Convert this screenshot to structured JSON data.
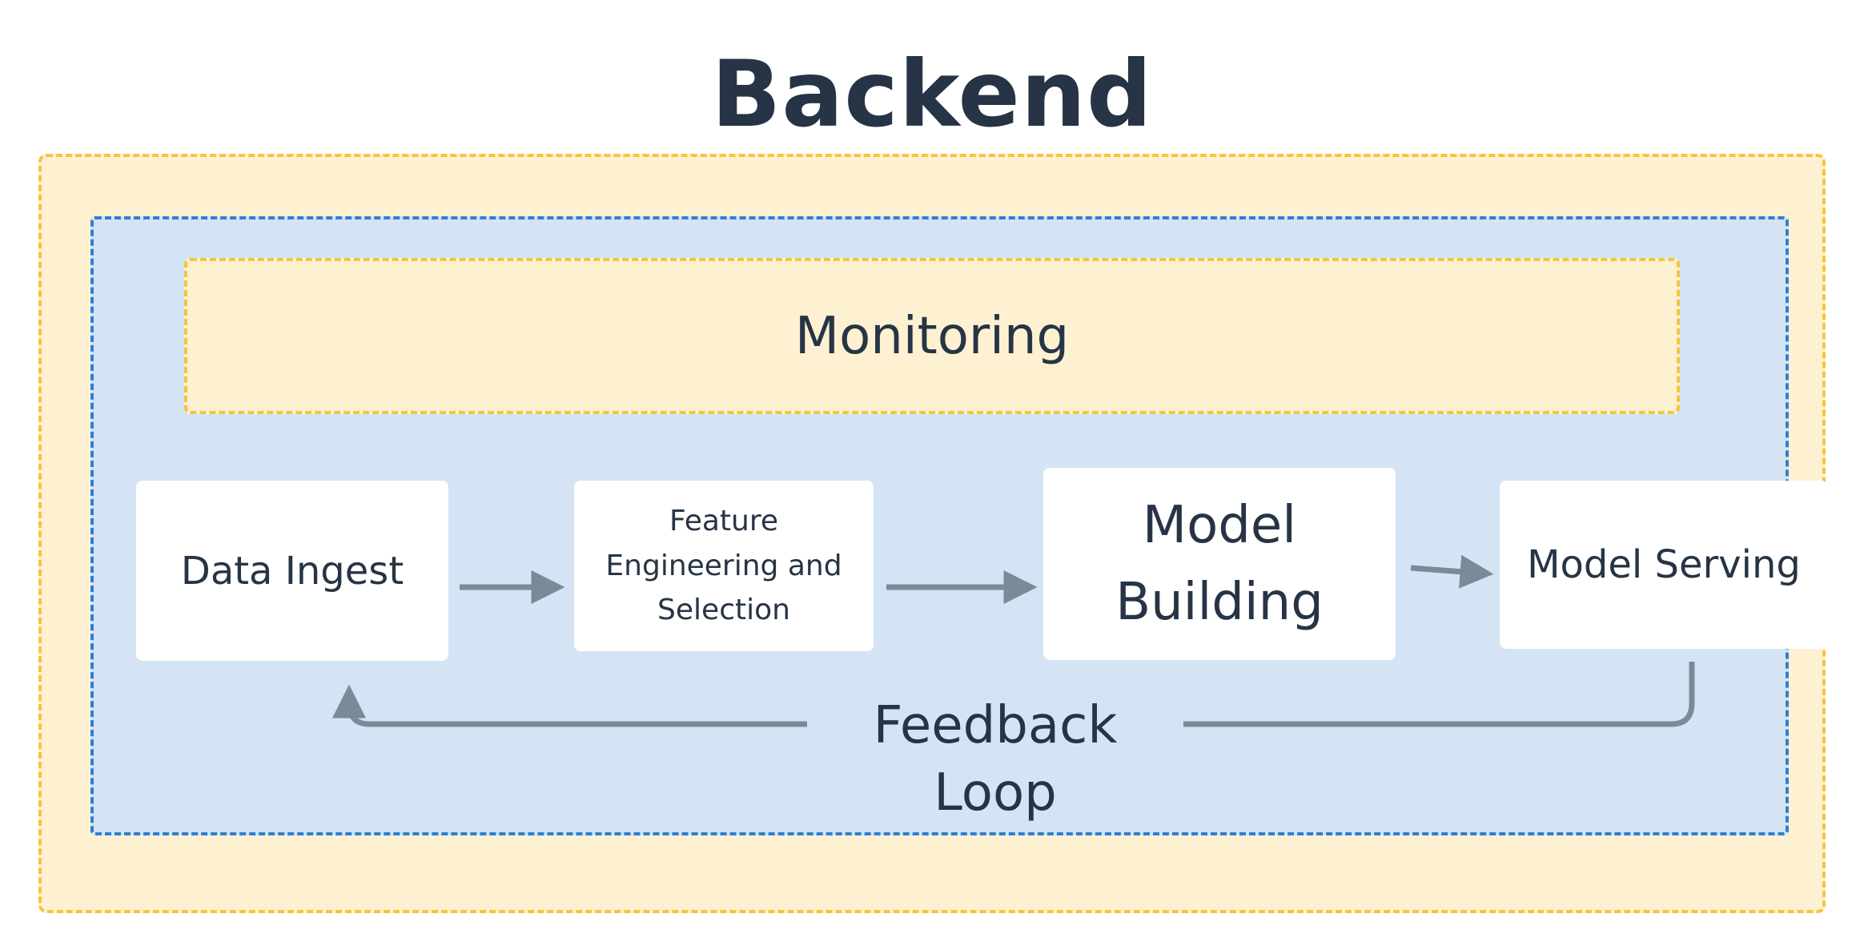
{
  "title": "Backend",
  "monitoring": {
    "label": "Monitoring"
  },
  "nodes": {
    "data_ingest": "Data Ingest",
    "feature_engineering": "Feature Engineering and Selection",
    "model_building": "Model Building",
    "model_serving": "Model Serving"
  },
  "feedback": {
    "label": "Feedback Loop"
  },
  "colors": {
    "outer_fill": "#fdf1d2",
    "outer_border": "#f3c63e",
    "inner_fill": "#d4e4f4",
    "inner_border": "#2f7fd0",
    "node_fill": "#ffffff",
    "arrow": "#7a8a98",
    "text": "#263445"
  }
}
